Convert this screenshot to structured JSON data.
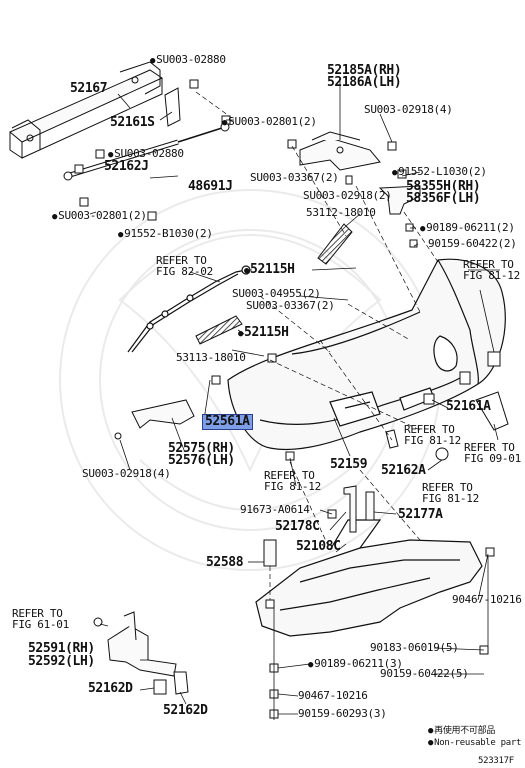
{
  "labels": {
    "p52167": "52167",
    "su_02880_top": "SU003-02880",
    "p52161s": "52161S",
    "su_02801_2a": "SU003-02801(2)",
    "su_02880_mid": "SU003-02880",
    "p52162j": "52162J",
    "p48691j": "48691J",
    "su_02801_2b": "SU003-02801(2)",
    "b91552_b1030": "91552-B1030(2)",
    "p52185a": "52185A(RH)",
    "p52186a": "52186A(LH)",
    "su_02918_4a": "SU003-02918(4)",
    "b91552_l1030": "91552-L1030(2)",
    "p58355h": "58355H(RH)",
    "p58356f": "58356F(LH)",
    "su_03367_2a": "SU003-03367(2)",
    "su_02918_2": "SU003-02918(2)",
    "p53112": "53112-18010",
    "b90189_06211_2": "90189-06211(2)",
    "p90159_60422_2a": "90159-60422(2)",
    "refer_82_1": "REFER TO",
    "refer_82_2": "FIG 82-02",
    "p52115h_a": "52115H",
    "refer_81a_1": "REFER TO",
    "refer_81a_2": "FIG 81-12",
    "su_04955_2": "SU003-04955(2)",
    "su_03367_2b": "SU003-03367(2)",
    "p52115h_b": "52115H",
    "p53113": "53113-18010",
    "p52561a": "52561A",
    "p52161a": "52161A",
    "refer_81b_1": "REFER TO",
    "refer_81b_2": "FIG 81-12",
    "refer_09_1": "REFER TO",
    "refer_09_2": "FIG 09-01",
    "p52575": "52575(RH)",
    "p52576": "52576(LH)",
    "su_02918_4b": "SU003-02918(4)",
    "p52159": "52159",
    "p52162a": "52162A",
    "refer_81c_1": "REFER TO",
    "refer_81c_2": "FIG 81-12",
    "refer_81d_1": "REFER TO",
    "refer_81d_2": "FIG 81-12",
    "p91673": "91673-A0614",
    "p52178c": "52178C",
    "p52177a": "52177A",
    "p52108c": "52108C",
    "p52588": "52588",
    "p90467_a": "90467-10216",
    "refer_61_1": "REFER TO",
    "refer_61_2": "FIG 61-01",
    "p90183": "90183-06019(5)",
    "p52591": "52591(RH)",
    "p52592": "52592(LH)",
    "b90189_06211_3": "90189-06211(3)",
    "p90159_60422_5": "90159-60422(5)",
    "p52162d_a": "52162D",
    "p52162d_b": "52162D",
    "p90467_b": "90467-10216",
    "p90159_60293": "90159-60293(3)",
    "legend_jp": "再使用不可部品",
    "legend_en": "Non-reusable part",
    "fig_code": "523317F"
  }
}
